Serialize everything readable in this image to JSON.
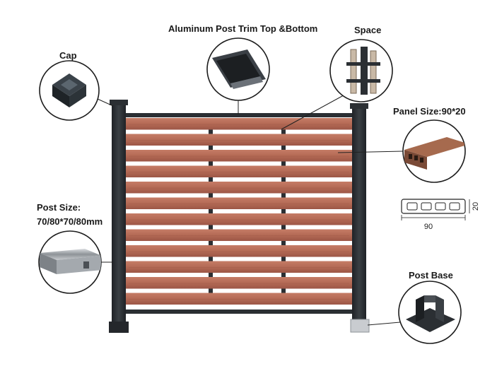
{
  "labels": {
    "trim": "Aluminum Post Trim Top &Bottom",
    "space": "Space",
    "cap": "Cap",
    "panel": "Panel Size:90*20",
    "post_size_line1": "Post Size:",
    "post_size_line2": "70/80*70/80mm",
    "post_base": "Post Base"
  },
  "dimensions": {
    "height": "20",
    "width": "90"
  },
  "colors": {
    "board": "#b9705c",
    "board_dark": "#9a5647",
    "frame": "#2b2f33",
    "callout_ring": "#1c1c1c"
  },
  "fence": {
    "board_count": 12
  }
}
